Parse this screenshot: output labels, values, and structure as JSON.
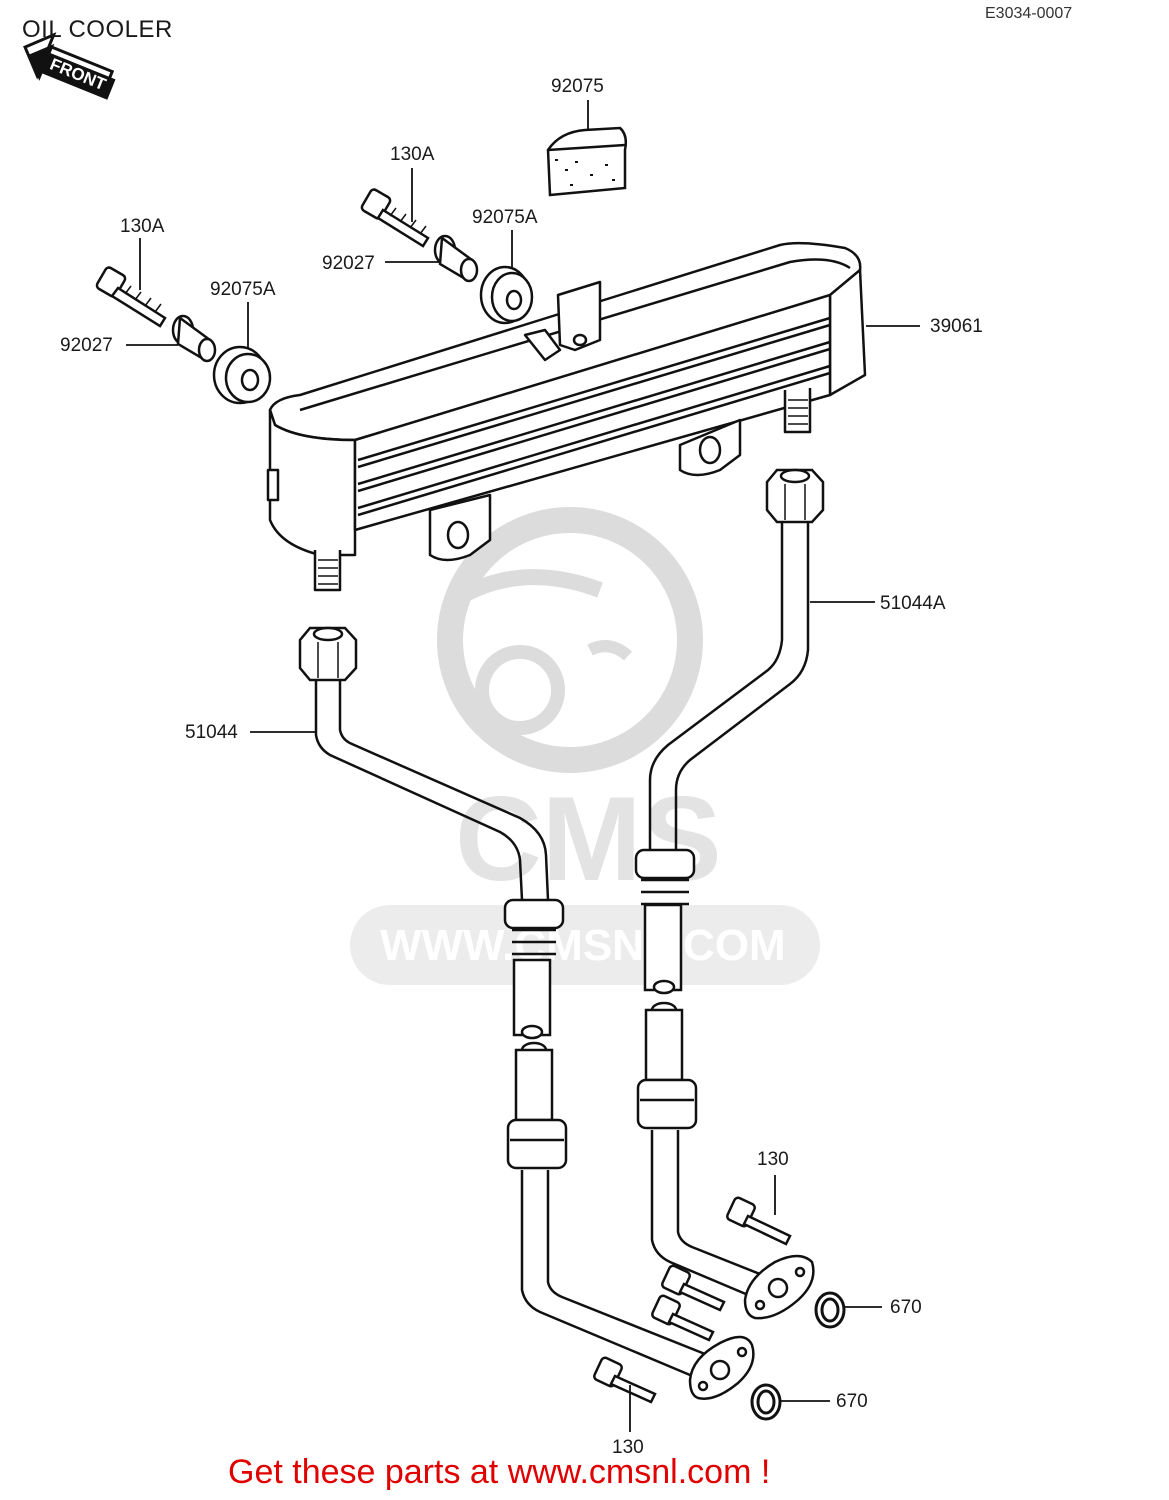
{
  "header": {
    "title": "OIL COOLER",
    "diagram_code": "E3034-0007",
    "front_arrow_label": "FRONT"
  },
  "parts": {
    "p92075": "92075",
    "p130A_right": "130A",
    "p92075A_right": "92075A",
    "p130A_left": "130A",
    "p92027_right": "92027",
    "p92075A_left": "92075A",
    "p39061": "39061",
    "p92027_left": "92027",
    "p51044A": "51044A",
    "p51044": "51044",
    "p130_upper": "130",
    "p670_upper": "670",
    "p670_lower": "670",
    "p130_lower": "130"
  },
  "watermark": {
    "brand": "CMS",
    "url": "WWW.CMSNL.COM"
  },
  "footer": {
    "cta": "Get these parts at www.cmsnl.com !"
  },
  "colors": {
    "line": "#1a1a1a",
    "cta": "#e00000",
    "watermark": "#d9d9d9"
  }
}
